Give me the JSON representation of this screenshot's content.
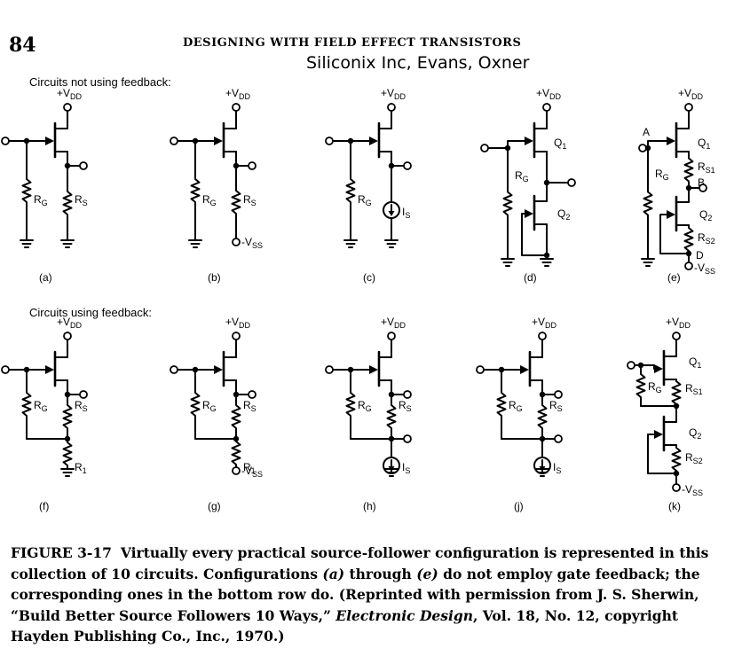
{
  "header": {
    "page_number": "84",
    "running_title": "DESIGNING WITH FIELD EFFECT TRANSISTORS",
    "annotation": "Siliconix Inc, Evans, Oxner"
  },
  "sections": {
    "top": "Circuits not using feedback:",
    "bottom": "Circuits using feedback:"
  },
  "circuits": {
    "vdd": "+V",
    "vdd_sub": "DD",
    "vss": "-V",
    "vss_sub": "SS",
    "r": "R",
    "sub_g": "G",
    "sub_s": "S",
    "sub_1": "1",
    "sub_s1": "S1",
    "sub_s2": "S2",
    "i": "I",
    "q": "Q",
    "node_a": "A",
    "node_b": "B",
    "node_d": "D",
    "labels": [
      "(a)",
      "(b)",
      "(c)",
      "(d)",
      "(e)",
      "(f)",
      "(g)",
      "(h)",
      "(j)",
      "(k)"
    ]
  },
  "caption": {
    "label": "FIGURE 3-17",
    "text_1": "Virtually every practical source-follower configuration is represented in this collection of 10 circuits. Configurations ",
    "ref_a": "(a)",
    "text_2": " through ",
    "ref_e": "(e)",
    "text_3": " do not employ gate feedback; the corresponding ones in the bottom row do. (Reprinted with permission from J. S. Sherwin, “Build Better Source Followers 10 Ways,” ",
    "journal": "Electronic Design",
    "text_4": ", Vol. 18, No. 12, copyright Hayden Publishing Co., Inc., 1970.)"
  }
}
